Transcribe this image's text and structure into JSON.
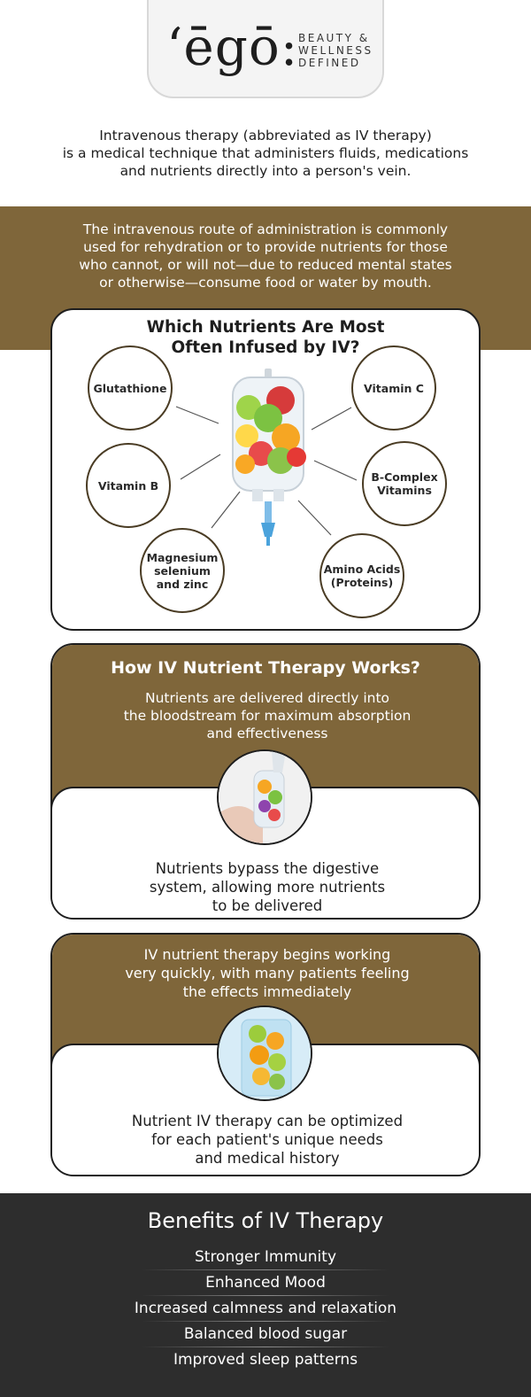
{
  "logo": {
    "mark": "‘ēgō:",
    "tagline": [
      "BEAUTY &",
      "WELLNESS",
      "DEFINED"
    ]
  },
  "intro": {
    "lines": [
      "Intravenous therapy (abbreviated as IV therapy)",
      "is a medical technique that administers fluids, medications",
      "and nutrients directly into a person's vein."
    ]
  },
  "band": {
    "lines": [
      "The intravenous route of administration is commonly",
      "used for rehydration or to provide nutrients for those",
      "who cannot, or will not—due to reduced mental states",
      "or otherwise—consume food or water by mouth."
    ]
  },
  "nutrients": {
    "title_lines": [
      "Which Nutrients Are Most",
      "Often Infused by IV?"
    ],
    "items": [
      {
        "label_lines": [
          "Glutathione"
        ]
      },
      {
        "label_lines": [
          "Vitamin C"
        ]
      },
      {
        "label_lines": [
          "Vitamin B"
        ]
      },
      {
        "label_lines": [
          "B-Complex",
          "Vitamins"
        ]
      },
      {
        "label_lines": [
          "Magnesium",
          "selenium",
          "and zinc"
        ]
      },
      {
        "label_lines": [
          "Amino Acids",
          "(Proteins)"
        ]
      }
    ]
  },
  "how_it_works": {
    "title": "How IV Nutrient Therapy Works?",
    "subtitle_lines": [
      "Nutrients are delivered directly into",
      "the bloodstream for maximum absorption",
      "and effectiveness"
    ],
    "detail_lines": [
      "Nutrients bypass the digestive",
      "system, allowing more nutrients",
      "to be delivered"
    ]
  },
  "speed": {
    "subtitle_lines": [
      "IV nutrient therapy begins working",
      "very quickly, with many patients feeling",
      "the effects immediately"
    ],
    "detail_lines": [
      "Nutrient IV therapy can be optimized",
      "for each patient's unique needs",
      "and medical history"
    ]
  },
  "benefits": {
    "title": "Benefits of IV Therapy",
    "items": [
      "Stronger Immunity",
      "Enhanced Mood",
      "Increased calmness and relaxation",
      "Balanced blood sugar",
      "Improved sleep patterns"
    ]
  },
  "colors": {
    "brand_brown": "#7f663a",
    "dark_band": "#2d2d2d",
    "ink": "#1e1e1e"
  }
}
